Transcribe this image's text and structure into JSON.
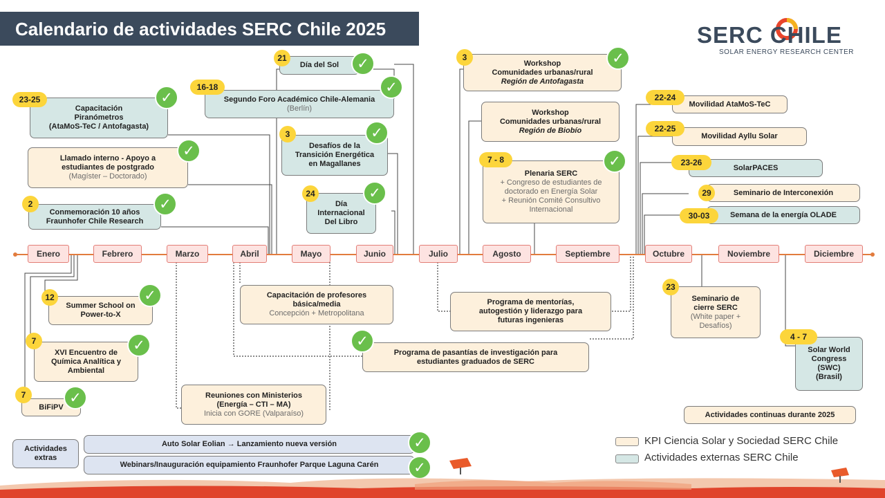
{
  "header": {
    "title": "Calendario de actividades SERC Chile 2025"
  },
  "logo": {
    "main": "SERC CHILE",
    "sub": "SOLAR ENERGY RESEARCH CENTER"
  },
  "months": [
    "Enero",
    "Febrero",
    "Marzo",
    "Abril",
    "Mayo",
    "Junio",
    "Julio",
    "Agosto",
    "Septiembre",
    "Octubre",
    "Noviembre",
    "Diciembre"
  ],
  "colors": {
    "kpi": "#fdf0dc",
    "external": "#d5e7e5",
    "badge": "#fcd53b",
    "check": "#6abf4b",
    "title_bar": "#3b4a5c",
    "timeline": "#e27c3e"
  },
  "activities": {
    "capacitacion_pir": {
      "badge": "23-25",
      "line1": "Capacitación",
      "line2": "Piranómetros",
      "line3": "(AtaMoS-TeC / Antofagasta)"
    },
    "llamado": {
      "line1": "Llamado interno - Apoyo a",
      "line2": "estudiantes de postgrado",
      "sub": "(Magíster – Doctorado)"
    },
    "conmemoracion": {
      "badge": "2",
      "line1": "Conmemoración 10 años",
      "line2": "Fraunhofer Chile Research"
    },
    "dia_sol": {
      "badge": "21",
      "line1": "Día del Sol"
    },
    "foro": {
      "badge": "16-18",
      "line1": "Segundo Foro Académico Chile-Alemania",
      "sub": "(Berlín)"
    },
    "desafios": {
      "badge": "3",
      "line1": "Desafíos de la",
      "line2": "Transición Energética",
      "line3": "en Magallanes"
    },
    "dia_libro": {
      "badge": "24",
      "line1": "Día",
      "line2": "Internacional",
      "line3": "Del Libro"
    },
    "workshop_antof": {
      "badge": "3",
      "line1": "Workshop",
      "line2": "Comunidades urbanas/rural",
      "line3": "Región de Antofagasta"
    },
    "workshop_biobio": {
      "line1": "Workshop",
      "line2": "Comunidades urbanas/rural",
      "line3": "Región de Biobío"
    },
    "plenaria": {
      "badge": "7 - 8",
      "line1": "Plenaria SERC",
      "line2": "+ Congreso de estudiantes de",
      "line3": "doctorado en Energía Solar",
      "line4": "+ Reunión Comité Consultivo",
      "line5": "Internacional"
    },
    "movilidad_atamos": {
      "badge": "22-24",
      "line1": "Movilidad AtaMoS-TeC"
    },
    "movilidad_ayllu": {
      "badge": "22-25",
      "line1": "Movilidad Ayllu Solar"
    },
    "solarpaces": {
      "badge": "23-26",
      "line1": "SolarPACES"
    },
    "seminario_inter": {
      "badge": "29",
      "line1": "Seminario de Interconexión"
    },
    "semana_olade": {
      "badge": "30-03",
      "line1": "Semana de la energía OLADE"
    },
    "summer_school": {
      "badge": "12",
      "line1": "Summer School on",
      "line2": "Power-to-X"
    },
    "encuentro": {
      "badge": "7",
      "line1": "XVI Encuentro de",
      "line2": "Química Analítica y",
      "line3": "Ambiental"
    },
    "bifipv": {
      "badge": "7",
      "line1": "BiFiPV"
    },
    "capacitacion_prof": {
      "line1": "Capacitación de profesores",
      "line2": "básica/media",
      "sub": "Concepción + Metropolitana"
    },
    "reuniones": {
      "line1": "Reuniones con Ministerios",
      "line2": "(Energía – CTI – MA)",
      "sub": "Inicia con GORE (Valparaíso)"
    },
    "mentorias": {
      "line1": "Programa de mentorías,",
      "line2": "autogestión y liderazgo para",
      "line3": "futuras ingenieras"
    },
    "pasantias": {
      "line1": "Programa de pasantías de investigación para",
      "line2": "estudiantes graduados de SERC"
    },
    "seminario_cierre": {
      "badge": "23",
      "line1": "Seminario de",
      "line2": "cierre SERC",
      "sub1": "(White paper +",
      "sub2": "Desafíos)"
    },
    "swc": {
      "badge": "4 - 7",
      "line1": "Solar World",
      "line2": "Congress",
      "line3": "(SWC)",
      "line4": "(Brasil)"
    },
    "continuas": {
      "line1": "Actividades continuas durante 2025"
    },
    "extras_label": {
      "line1": "Actividades",
      "line2": "extras"
    },
    "auto_solar": {
      "line1": "Auto Solar Eolian → Lanzamiento nueva versión"
    },
    "webinars": {
      "line1": "Webinars/Inauguración equipamiento Fraunhofer Parque Laguna Carén"
    }
  },
  "legend": {
    "kpi": "KPI Ciencia Solar y Sociedad SERC Chile",
    "external": "Actividades externas SERC Chile"
  }
}
